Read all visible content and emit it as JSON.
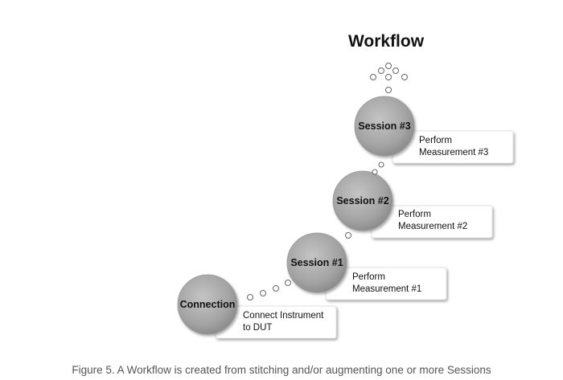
{
  "title": "Workflow",
  "nodes": [
    {
      "label": "Connection",
      "description_lines": [
        "Connect Instrument",
        "to DUT"
      ]
    },
    {
      "label": "Session #1",
      "description_lines": [
        "Perform",
        "Measurement #1"
      ]
    },
    {
      "label": "Session #2",
      "description_lines": [
        "Perform",
        "Measurement #2"
      ]
    },
    {
      "label": "Session #3",
      "description_lines": [
        "Perform",
        "Measurement #3"
      ]
    }
  ],
  "caption": "Figure 5. A Workflow is created from stitching and/or augmenting one or more Sessions"
}
